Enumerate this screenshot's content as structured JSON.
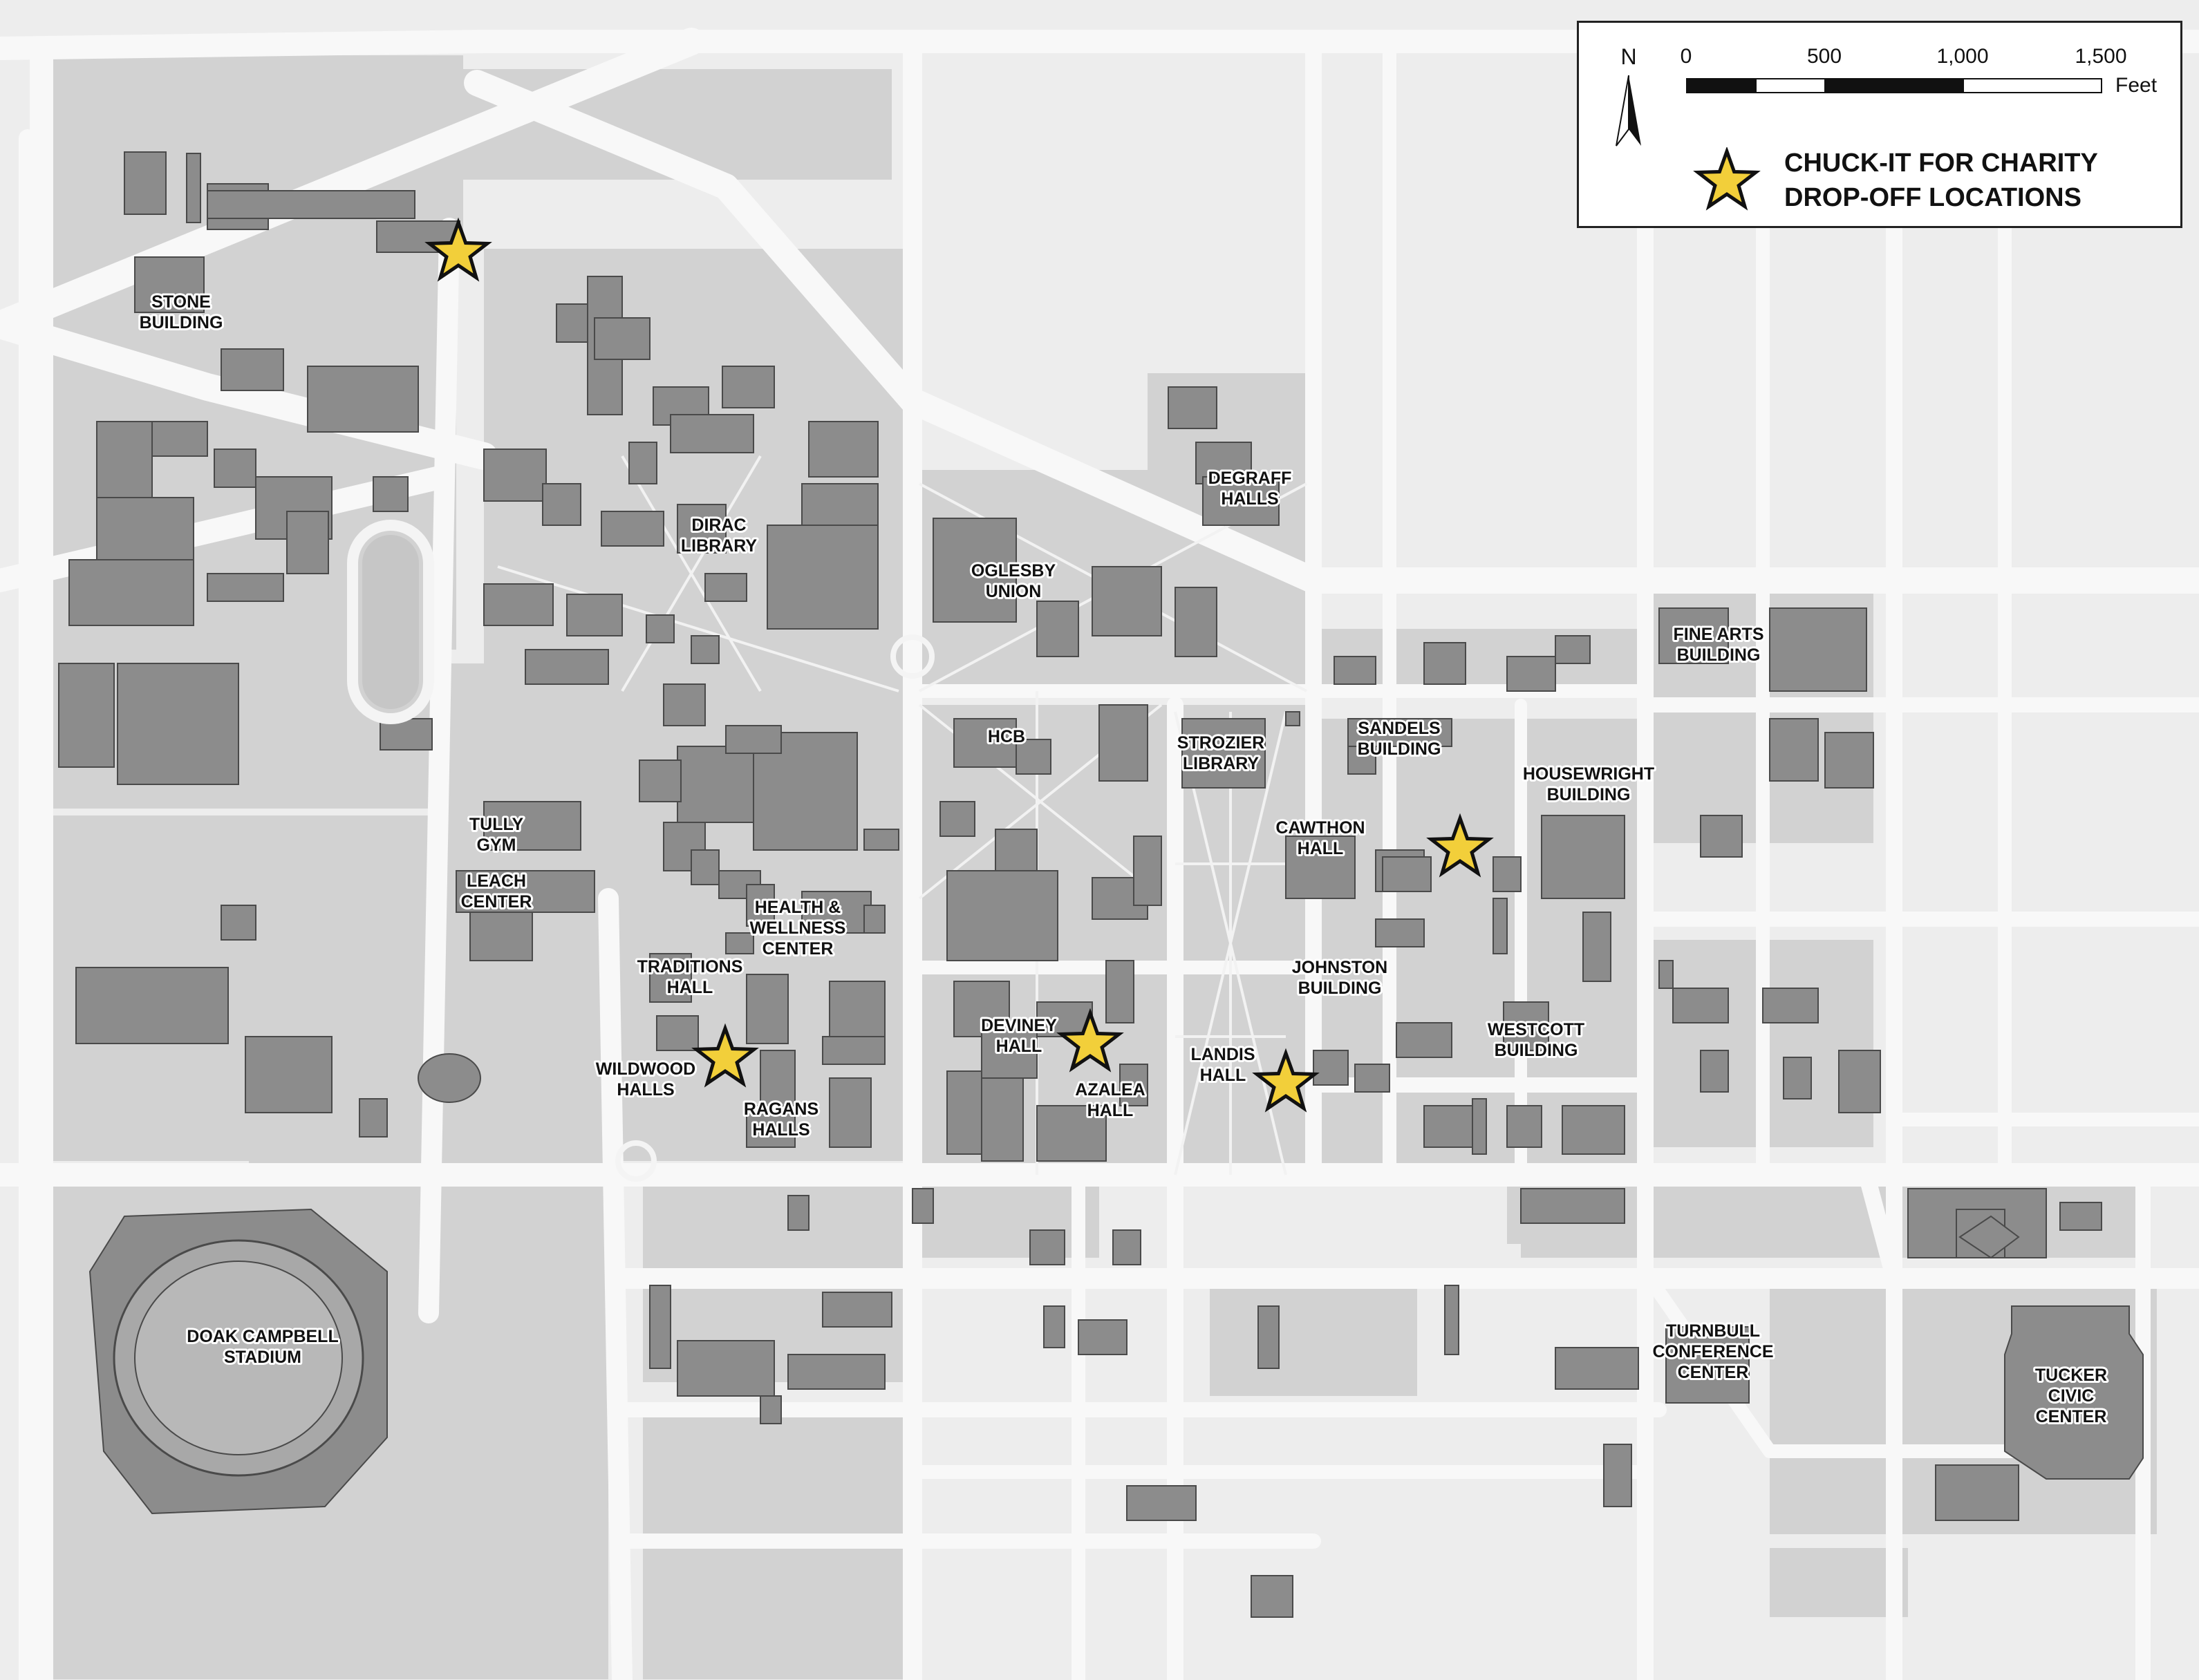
{
  "map": {
    "labels": {
      "stone": [
        "STONE",
        "BUILDING"
      ],
      "dirac": [
        "DIRAC",
        "LIBRARY"
      ],
      "oglesby": [
        "OGLESBY",
        "UNION"
      ],
      "degraff": [
        "DEGRAFF",
        "HALLS"
      ],
      "fine_arts": [
        "FINE ARTS",
        "BUILDING"
      ],
      "hcb": [
        "HCB"
      ],
      "strozier": [
        "STROZIER",
        "LIBRARY"
      ],
      "sandels": [
        "SANDELS",
        "BUILDING"
      ],
      "housewright": [
        "HOUSEWRIGHT",
        "BUILDING"
      ],
      "cawthon": [
        "CAWTHON",
        "HALL"
      ],
      "tully": [
        "TULLY",
        "GYM"
      ],
      "leach": [
        "LEACH",
        "CENTER"
      ],
      "health": [
        "HEALTH &",
        "WELLNESS",
        "CENTER"
      ],
      "traditions": [
        "TRADITIONS",
        "HALL"
      ],
      "johnston": [
        "JOHNSTON",
        "BUILDING"
      ],
      "westcott": [
        "WESTCOTT",
        "BUILDING"
      ],
      "deviney": [
        "DEVINEY",
        "HALL"
      ],
      "landis": [
        "LANDIS",
        "HALL"
      ],
      "wildwood": [
        "WILDWOOD",
        "HALLS"
      ],
      "ragans": [
        "RAGANS",
        "HALLS"
      ],
      "azalea": [
        "AZALEA",
        "HALL"
      ],
      "doak": [
        "DOAK CAMPBELL",
        "STADIUM"
      ],
      "turnbull": [
        "TURNBULL",
        "CONFERENCE",
        "CENTER"
      ],
      "tucker": [
        "TUCKER",
        "CIVIC",
        "CENTER"
      ]
    },
    "drop_off_count": 5,
    "star_color": "#f2cf3a"
  },
  "legend": {
    "north": "N",
    "scale_ticks": [
      "0",
      "500",
      "1,000",
      "1,500"
    ],
    "scale_unit": "Feet",
    "symbol_label_line1": "CHUCK-IT FOR CHARITY",
    "symbol_label_line2": "DROP-OFF LOCATIONS"
  }
}
